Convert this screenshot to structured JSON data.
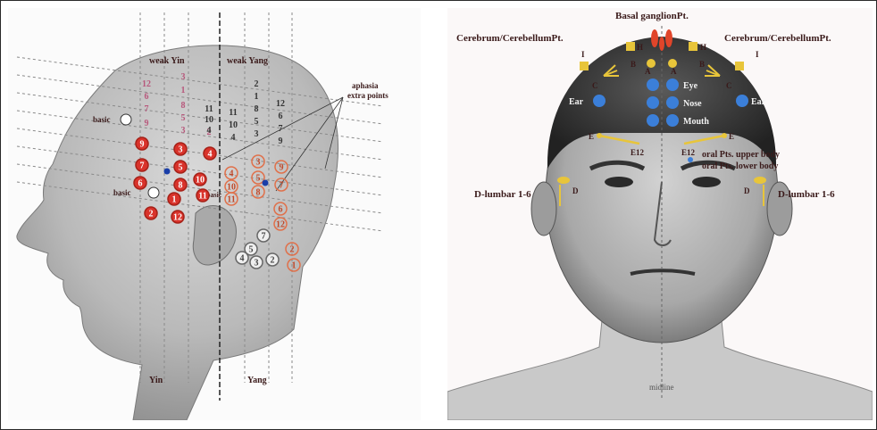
{
  "left_diagram": {
    "header_weak_yin": "weak Yin",
    "header_weak_yang": "weak Yang",
    "aphasia_label_line1": "aphasia",
    "aphasia_label_line2": "extra points",
    "basic_upper": "basic",
    "basic_lower": "basic",
    "basic_ear": "basic",
    "footer_yin": "Yin",
    "footer_yang": "Yang",
    "yin_pink_numbers": [
      "3",
      "1",
      "8",
      "5",
      "3",
      "2"
    ],
    "yin_dark_numbers": [
      "12",
      "6",
      "7",
      "9"
    ],
    "yang_numbers_col1": [
      "11",
      "10",
      "4"
    ],
    "yang_numbers_col2": [
      "2",
      "1",
      "8",
      "5",
      "3"
    ],
    "yang_numbers_col3": [
      "12",
      "6",
      "7",
      "9"
    ],
    "mid_numbers": [
      "11",
      "10",
      "4"
    ],
    "red_filled_yin": [
      "9",
      "3",
      "4",
      "7",
      "5",
      "6",
      "8",
      "10",
      "2",
      "1",
      "12",
      "11"
    ],
    "orange_ring_yang": [
      "3",
      "9",
      "4",
      "5",
      "10",
      "7",
      "11",
      "8",
      "6",
      "12",
      "2",
      "1"
    ],
    "ear_ring_numbers": [
      "7",
      "5",
      "4",
      "3",
      "2"
    ],
    "colors": {
      "red_point": "#d9332b",
      "pink_point": "#e8a4c0",
      "orange_ring": "#e0704a",
      "blue_point": "#1a3ea8",
      "guide_line": "#8a8a8a"
    }
  },
  "right_diagram": {
    "title_basal": "Basal ganglionPt.",
    "label_cerebrum_left": "Cerebrum/CerebellumPt.",
    "label_cerebrum_right": "Cerebrum/CerebellumPt.",
    "label_I_left": "I",
    "label_I_right": "I",
    "label_H_left": "H",
    "label_H_right": "H",
    "label_B_left": "B",
    "label_B_right": "B",
    "label_A_left": "A",
    "label_A_right": "A",
    "label_C_left": "C",
    "label_C_right": "C",
    "label_ear_left": "Ear",
    "label_ear_right": "Ear",
    "label_eye": "Eye",
    "label_nose": "Nose",
    "label_mouth": "Mouth",
    "label_E_left": "E",
    "label_E12_left": "E12",
    "label_E12_right": "E12",
    "label_E_right": "E",
    "label_oral_upper": "oral Pts. upper body",
    "label_oral_lower": "oral Pts. lower body",
    "label_d_lumbar_left": "D-lumbar 1-6",
    "label_d_lumbar_right": "D-lumbar 1-6",
    "label_D_left": "D",
    "label_D_right": "D",
    "label_midline": "midline",
    "colors": {
      "blue_point": "#3b7fd9",
      "yellow_point": "#e8c53a",
      "red_point": "#e0452a"
    }
  }
}
